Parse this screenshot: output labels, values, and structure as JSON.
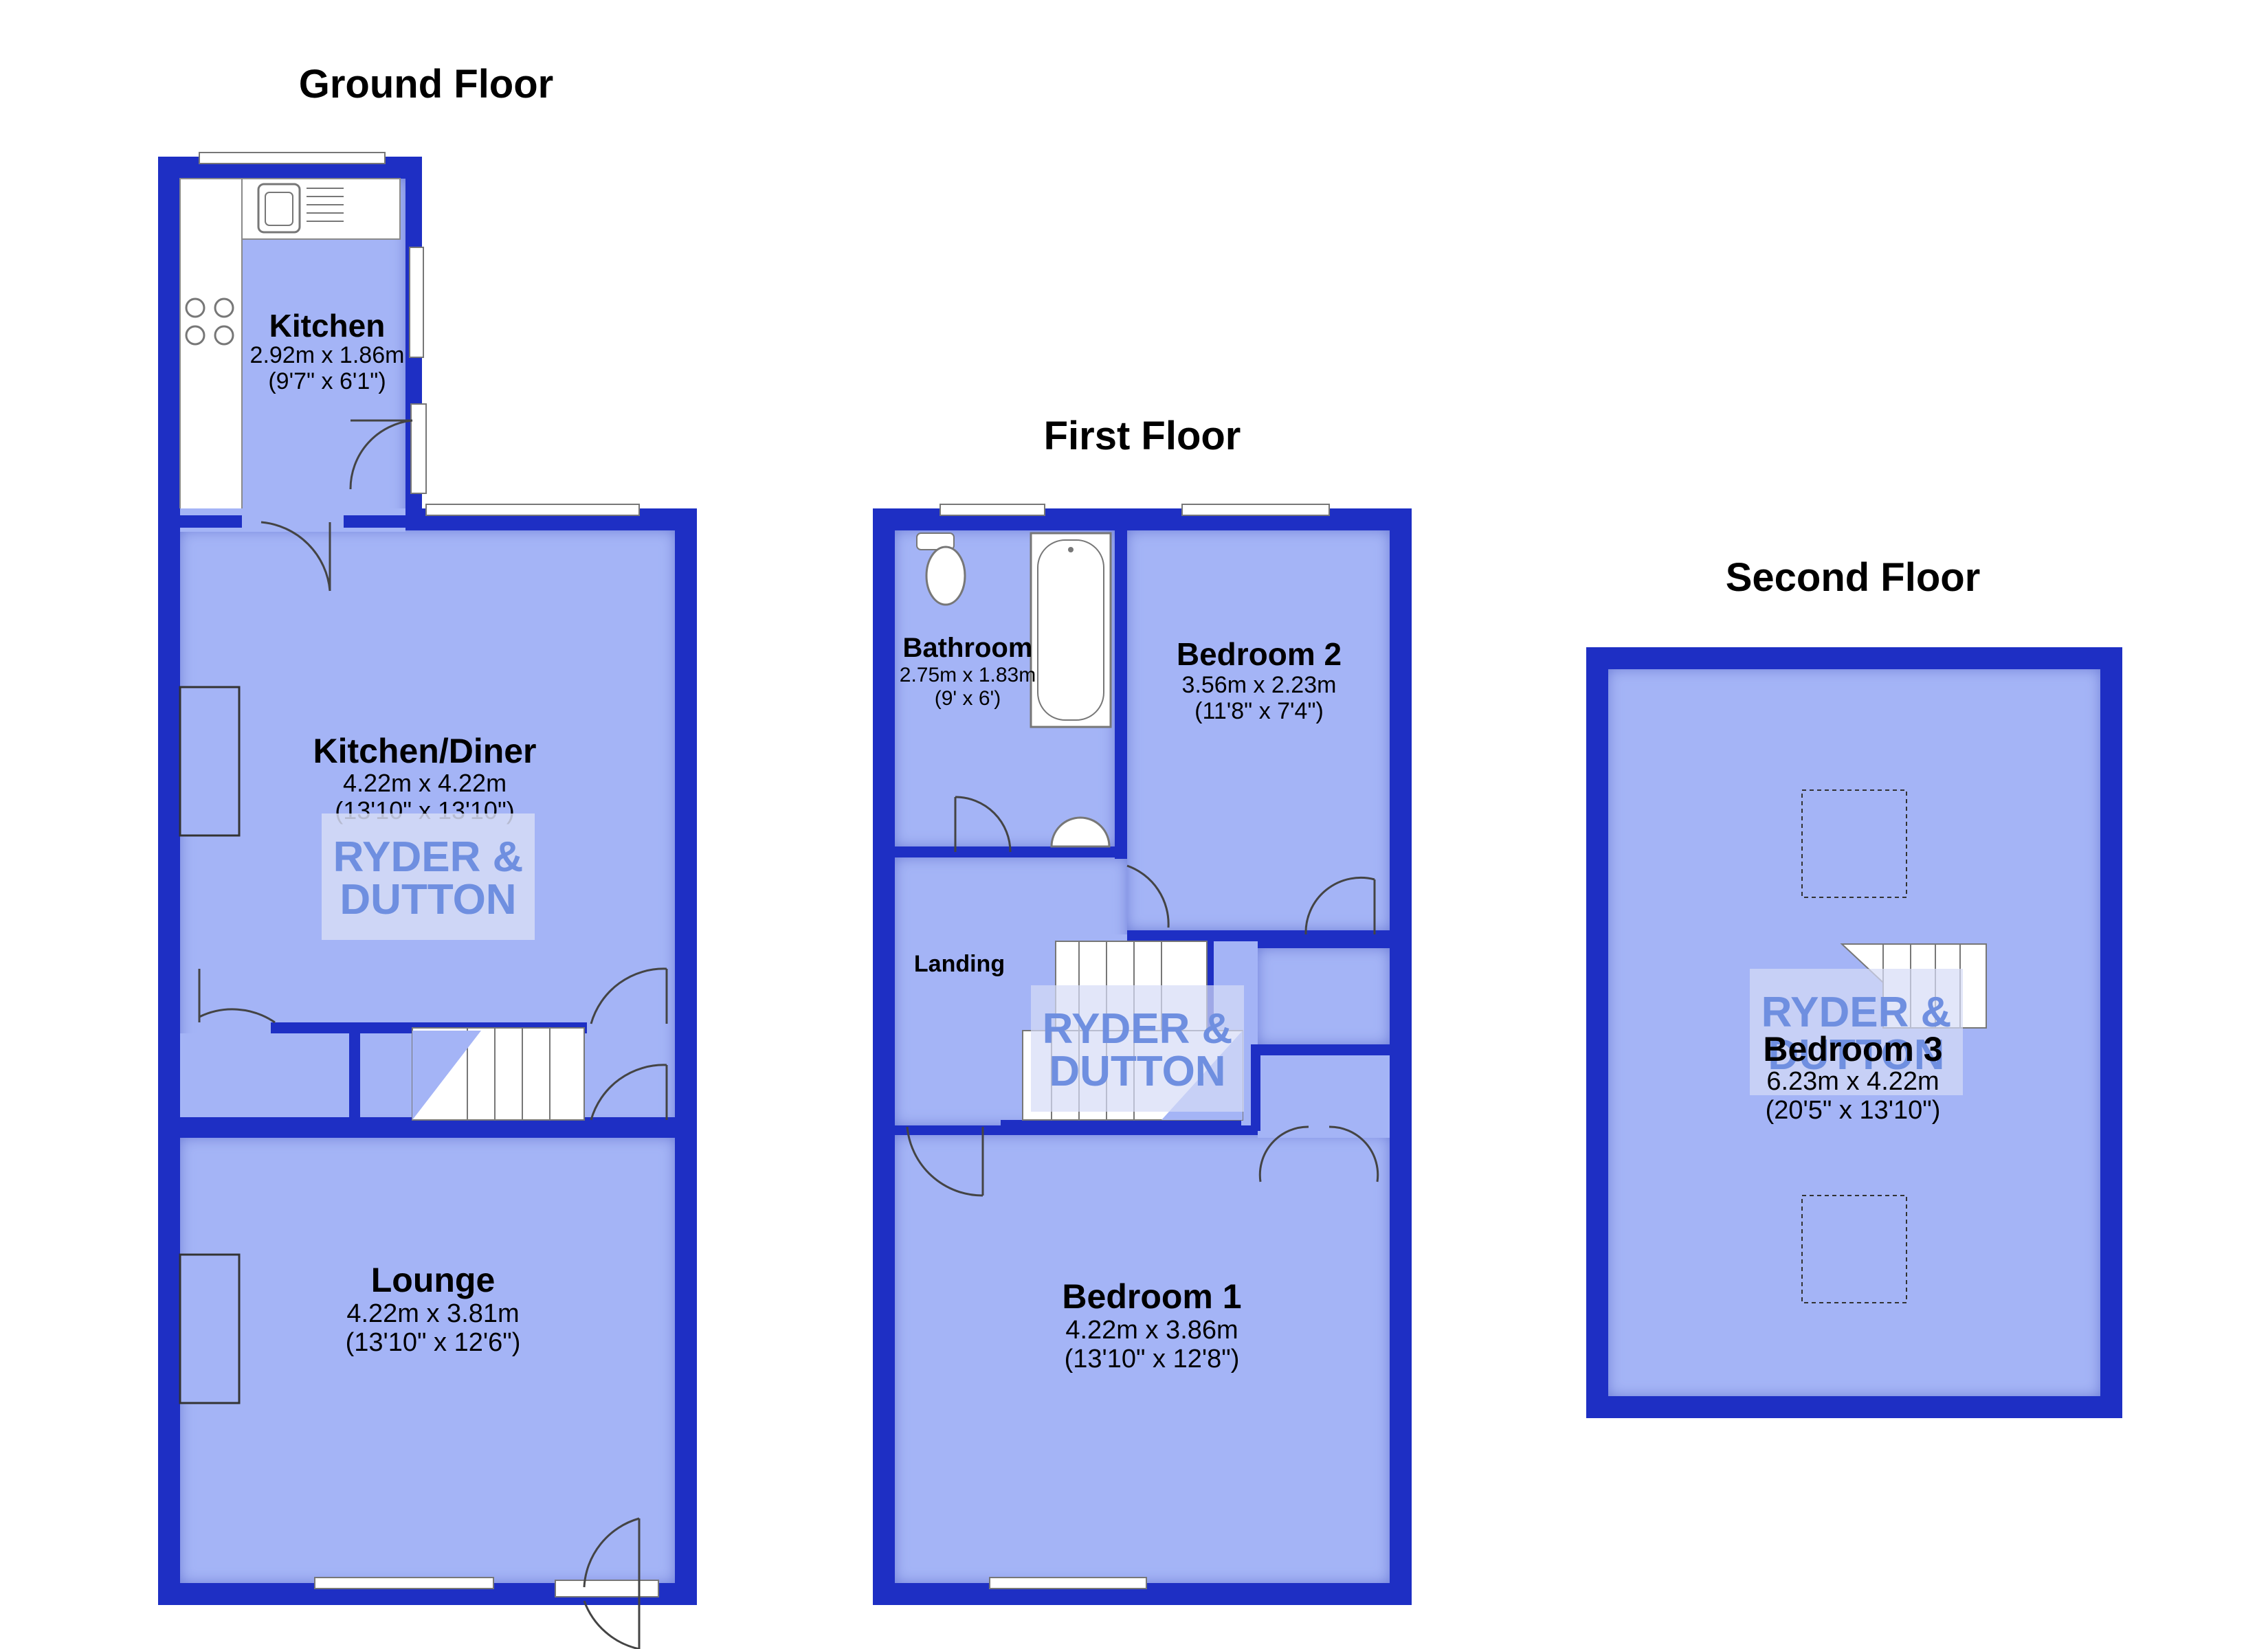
{
  "colors": {
    "wall": "#1e2fc4",
    "room_fill": "#a4b4f6",
    "room_shadow": "#6f7fd8",
    "fixture": "#ffffff",
    "watermark_bg": "#d6dcf6",
    "watermark_text": "#6f8fe0"
  },
  "floors": {
    "ground": {
      "title": "Ground Floor",
      "rooms": {
        "kitchen": {
          "name": "Kitchen",
          "metric": "2.92m x 1.86m",
          "imperial": "(9'7\" x 6'1\")"
        },
        "kitchen_diner": {
          "name": "Kitchen/Diner",
          "metric": "4.22m x 4.22m",
          "imperial": "(13'10\" x 13'10\")"
        },
        "lounge": {
          "name": "Lounge",
          "metric": "4.22m x 3.81m",
          "imperial": "(13'10\" x 12'6\")"
        }
      }
    },
    "first": {
      "title": "First Floor",
      "rooms": {
        "bathroom": {
          "name": "Bathroom",
          "metric": "2.75m x 1.83m",
          "imperial": "(9' x 6')"
        },
        "bedroom2": {
          "name": "Bedroom 2",
          "metric": "3.56m x 2.23m",
          "imperial": "(11'8\" x 7'4\")"
        },
        "landing": {
          "name": "Landing"
        },
        "bedroom1": {
          "name": "Bedroom 1",
          "metric": "4.22m x 3.86m",
          "imperial": "(13'10\" x 12'8\")"
        }
      }
    },
    "second": {
      "title": "Second Floor",
      "rooms": {
        "bedroom3": {
          "name": "Bedroom 3",
          "metric": "6.23m x 4.22m",
          "imperial": "(20'5\" x 13'10\")"
        }
      }
    }
  },
  "watermark": {
    "line1": "RYDER &",
    "line2": "DUTTON"
  },
  "icons": [
    "sink-icon",
    "hob-icon",
    "toilet-icon",
    "bath-icon",
    "basin-icon",
    "staircase-icon",
    "door-swing-icon",
    "window-icon",
    "skylight-icon"
  ]
}
